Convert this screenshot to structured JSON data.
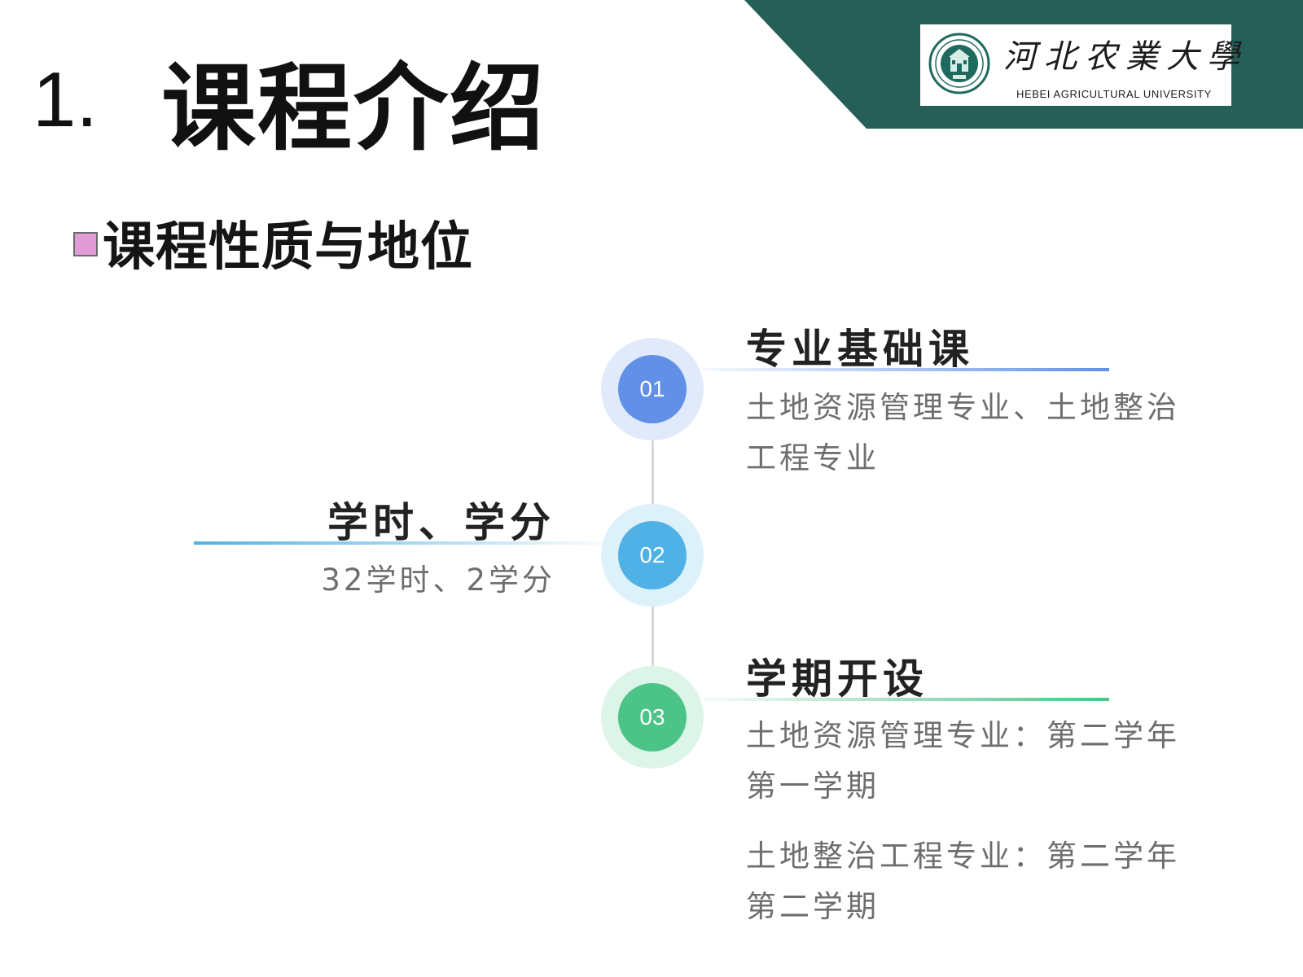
{
  "logo": {
    "script_text": "河北农業大學",
    "english_name": "HEBEI  AGRICULTURAL  UNIVERSITY"
  },
  "page": {
    "number": "1.",
    "title": "课程介绍"
  },
  "section": {
    "title": "课程性质与地位"
  },
  "colors": {
    "banner_green": "#255f57",
    "blue_node": "#6190e6",
    "blue_node_ring": "#e0eafa",
    "sky_node": "#4fb1e6",
    "sky_node_ring": "#ddf1fb",
    "green_node": "#4cc488",
    "green_node_ring": "#ddf4e8",
    "bullet_pink": "#e19bd6"
  },
  "timeline": [
    {
      "num": "01",
      "heading": "专业基础课",
      "lines": [
        "土地资源管理专业、土地整治",
        "工程专业"
      ]
    },
    {
      "num": "02",
      "heading": "学时、学分",
      "lines": [
        "32学时、2学分"
      ]
    },
    {
      "num": "03",
      "heading": "学期开设",
      "lines": [
        "土地资源管理专业：第二学年",
        "第一学期",
        "土地整治工程专业：第二学年",
        "第二学期"
      ]
    }
  ]
}
